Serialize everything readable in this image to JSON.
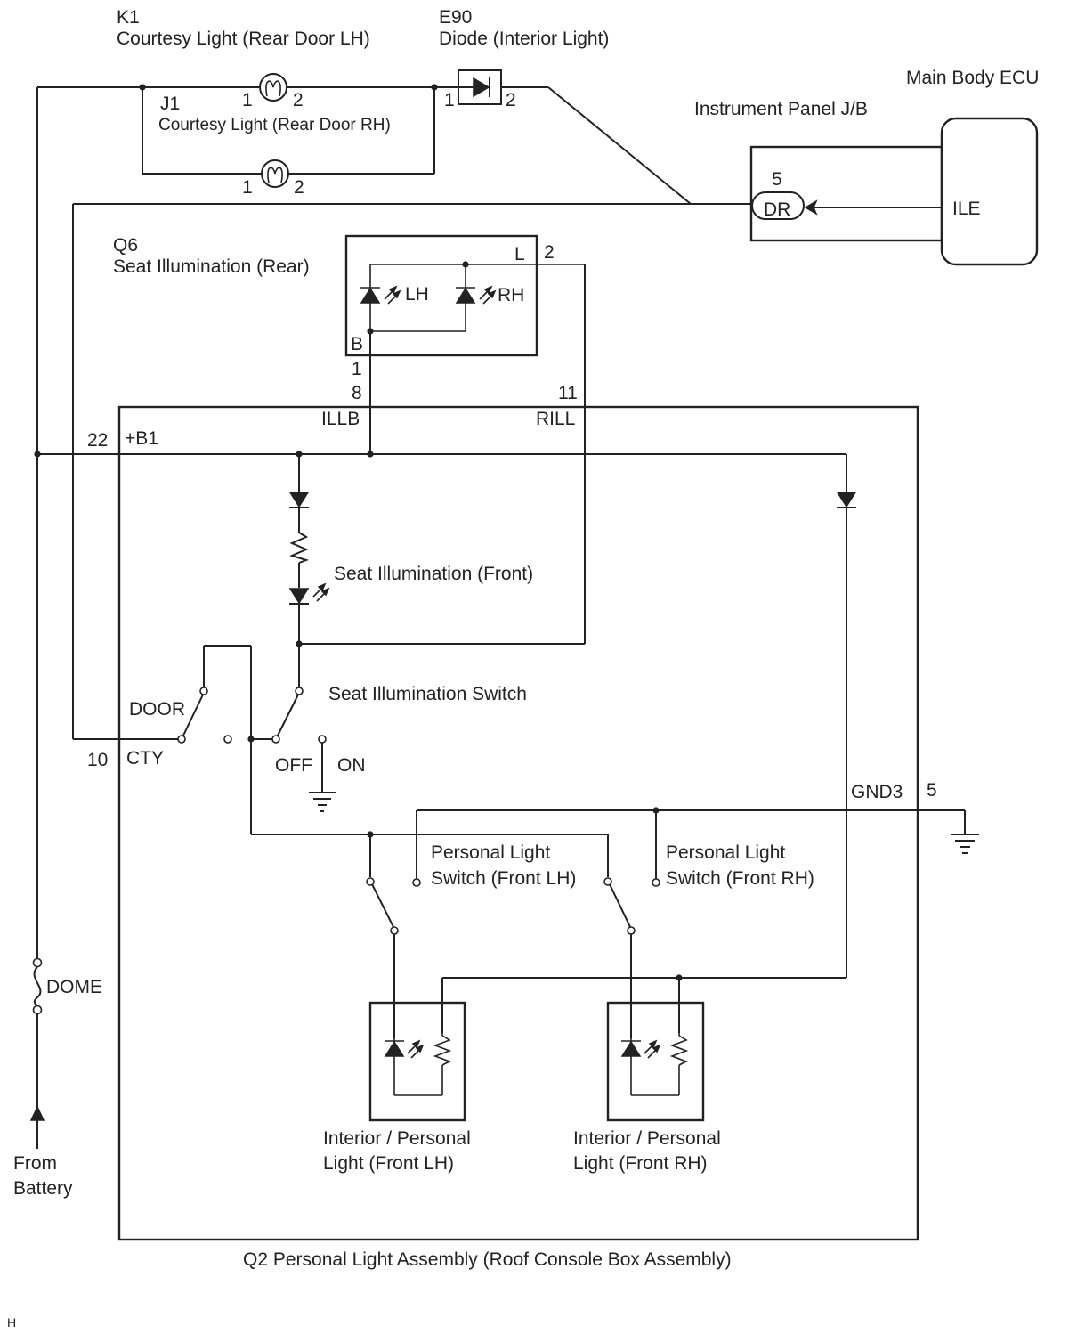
{
  "components": {
    "k1": {
      "code": "K1",
      "name": "Courtesy Light (Rear Door LH)",
      "pin1": "1",
      "pin2": "2"
    },
    "e90": {
      "code": "E90",
      "name": "Diode (Interior Light)",
      "pin1": "1",
      "pin2": "2"
    },
    "j1": {
      "code": "J1",
      "name": "Courtesy Light (Rear Door RH)",
      "pin1": "1",
      "pin2": "2"
    },
    "ecu": {
      "name": "Main Body ECU",
      "signal": "ILE"
    },
    "jb": {
      "name": "Instrument Panel J/B",
      "pin": "5",
      "connector": "DR"
    },
    "q6": {
      "code": "Q6",
      "name": "Seat Illumination (Rear)",
      "term_l": "L",
      "term_b": "B",
      "pin_l": "2",
      "pin_b": "1",
      "led_lh": "LH",
      "led_rh": "RH"
    },
    "q2": {
      "name": "Q2 Personal Light Assembly (Roof Console Box Assembly)",
      "pin_illb": "8",
      "illb": "ILLB",
      "pin_rill": "11",
      "rill": "RILL",
      "pin_b1": "22",
      "b1": "+B1",
      "pin_cty": "10",
      "cty": "CTY",
      "gnd3": "GND3",
      "pin_gnd3": "5"
    },
    "seat_front": "Seat Illumination (Front)",
    "seat_switch": {
      "name": "Seat Illumination Switch",
      "off": "OFF",
      "on": "ON"
    },
    "door": "DOOR",
    "pls_lh": {
      "line1": "Personal Light",
      "line2": "Switch (Front LH)"
    },
    "pls_rh": {
      "line1": "Personal Light",
      "line2": "Switch (Front RH)"
    },
    "ipl_lh": {
      "line1": "Interior / Personal",
      "line2": "Light (Front LH)"
    },
    "ipl_rh": {
      "line1": "Interior / Personal",
      "line2": "Light (Front RH)"
    },
    "fuse": "DOME",
    "battery": {
      "line1": "From",
      "line2": "Battery"
    }
  },
  "corner_mark": "H"
}
